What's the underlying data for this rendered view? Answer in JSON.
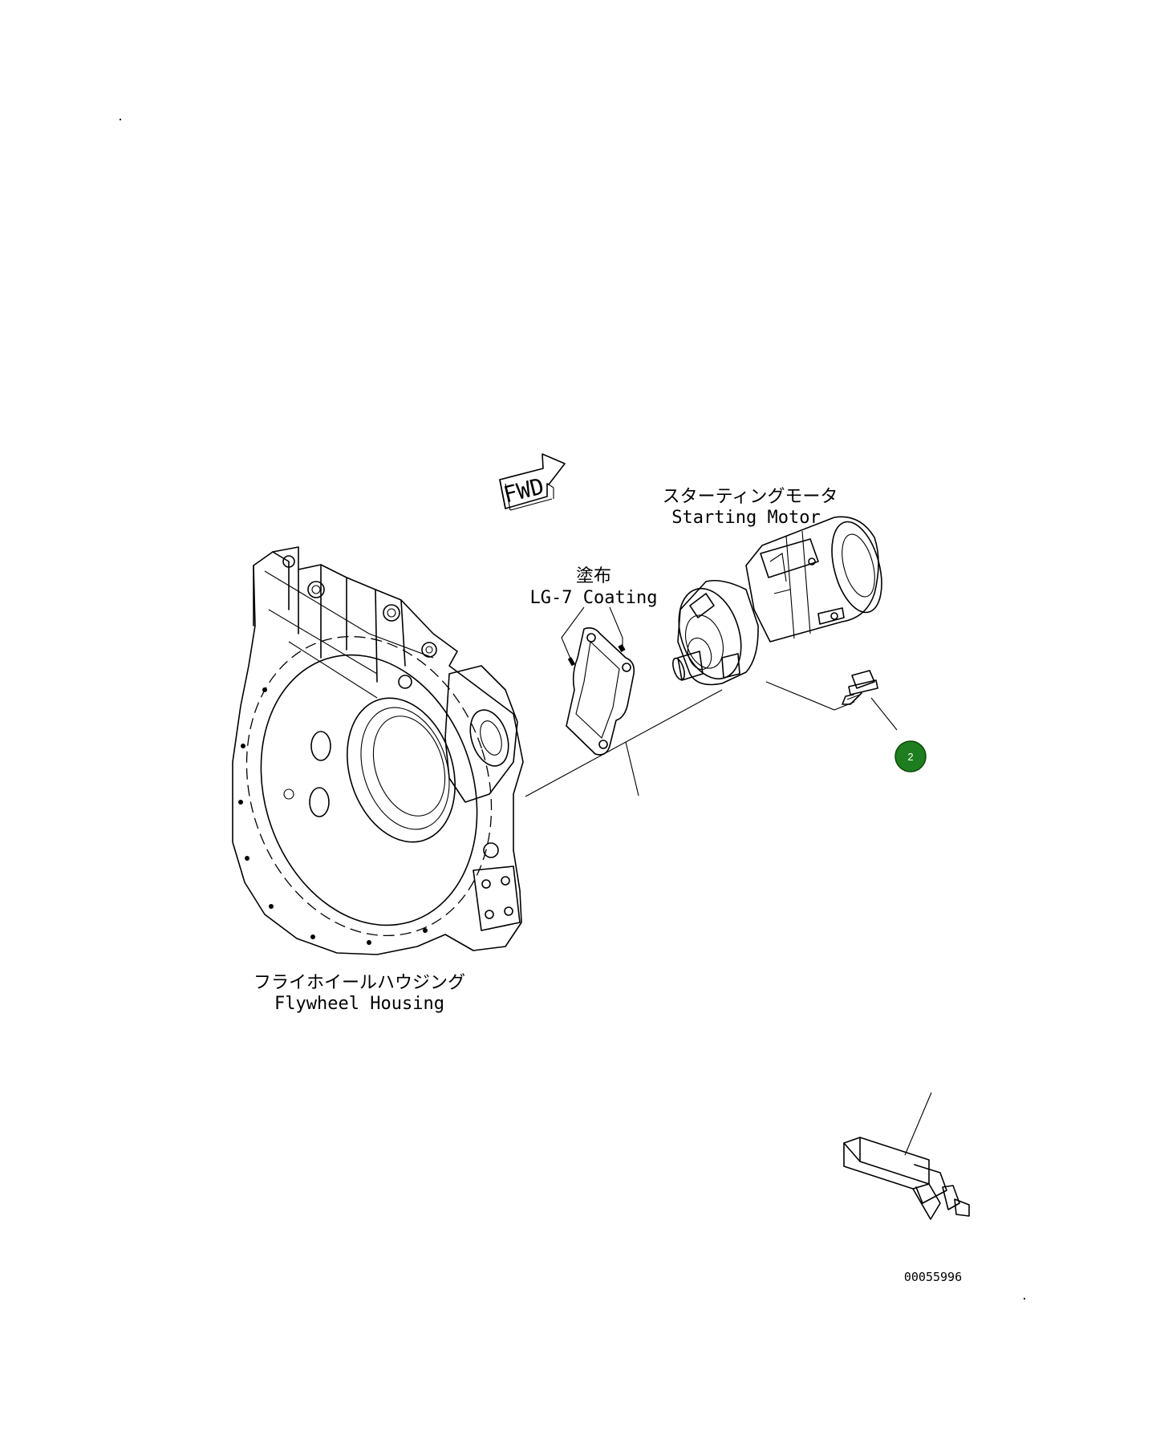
{
  "labels": {
    "starting_motor_jp": "スターティングモータ",
    "starting_motor_en": "Starting Motor",
    "coating_jp": "塗布",
    "coating_en": "LG-7 Coating",
    "flywheel_housing_jp": "フライホイールハウジング",
    "flywheel_housing_en": "Flywheel Housing",
    "fwd_arrow": "FWD",
    "drawing_number": "00055996"
  },
  "callouts": [
    {
      "number": "2",
      "color": "#1e7d1e"
    }
  ],
  "colors": {
    "line": "#000000",
    "background": "#ffffff",
    "callout_fill": "#1e7d1e",
    "callout_text": "#ffffff"
  }
}
